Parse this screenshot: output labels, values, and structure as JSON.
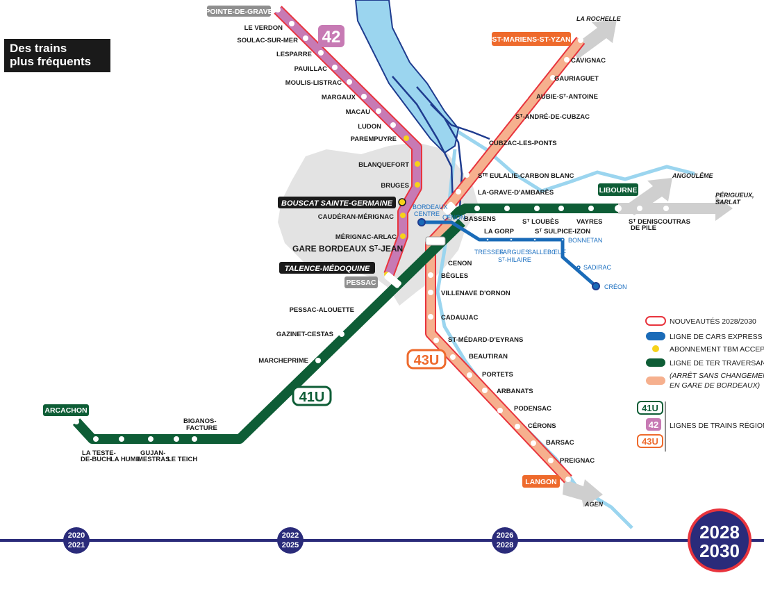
{
  "title": {
    "line1": "Des trains",
    "line2": "plus fréquents"
  },
  "line_badges": {
    "l42": "42",
    "l41u": "41U",
    "l43u": "43U"
  },
  "terminus_labels": {
    "pointe_de_grave": "POINTE-DE-GRAVE",
    "st_mariens": "ST-MARIENS-ST-YZAN",
    "libourne": "LIBOURNE",
    "arcachon": "ARCACHON",
    "langon": "LANGON",
    "pessac": "PESSAC"
  },
  "destinations": {
    "la_rochelle": "LA ROCHELLE",
    "angouleme": "ANGOULÊME",
    "perigueux_1": "PÉRIGUEUX,",
    "perigueux_2": "SARLAT",
    "agen": "AGEN"
  },
  "stations_42": {
    "le_verdon": "LE VERDON",
    "soulac": "SOULAC-SUR-MER",
    "lesparre": "LESPARRE",
    "pauillac": "PAUILLAC",
    "moulis": "MOULIS-LISTRAC",
    "margaux": "MARGAUX",
    "macau": "MACAU",
    "ludon": "LUDON",
    "parempuyre": "PAREMPUYRE",
    "blanquefort": "BLANQUEFORT",
    "bruges": "BRUGES",
    "caudéran": "CAUDÉRAN-MÉRIGNAC",
    "merignac_arlac": "MÉRIGNAC-ARLAC"
  },
  "stations_north_east": {
    "cavignac": "CAVIGNAC",
    "gauriaguet": "GAURIAGUET",
    "aubie": "AUBIE-Sᵀ-ANTOINE",
    "st_andre": "Sᵀ-ANDRÉ-DE-CUBZAC",
    "cubzac": "CUBZAC-LES-PONTS",
    "ste_eulalie": "Sᵀᴱ EULALIE-CARBON BLANC",
    "la_grave": "LA-GRAVE-D'AMBARÈS"
  },
  "stations_east": {
    "bassens": "BASSENS",
    "la_gorp": "LA GORP",
    "st_loubes": "Sᵀ LOUBÈS",
    "st_sulpice": "Sᵀ SULPICE-IZON",
    "vayres": "VAYRES",
    "st_denis_1": "Sᵀ DENIS",
    "st_denis_2": "DE PILE",
    "coutras": "COUTRAS",
    "cenon_1": "CENON",
    "cenon_2": "CENON"
  },
  "stations_41u": {
    "pessac_alouette": "PESSAC-ALOUETTE",
    "gazinet": "GAZINET-CESTAS",
    "marcheprime": "MARCHEPRIME",
    "biganos_1": "BIGANOS-",
    "biganos_2": "FACTURE",
    "la_teste_1": "LA TESTE-",
    "la_teste_2": "DE-BUCH",
    "la_hume": "LA HUME",
    "gujan_1": "GUJAN-",
    "gujan_2": "MESTRAS",
    "le_teich": "LE TEICH"
  },
  "stations_43u": {
    "begles": "BÈGLES",
    "villenave": "VILLENAVE D'ORNON",
    "cadaujac": "CADAUJAC",
    "st_medard": "ST-MÉDARD-D'EYRANS",
    "beautiran": "BEAUTIRAN",
    "portets": "PORTETS",
    "arbanats": "ARBANATS",
    "podensac": "PODENSAC",
    "cerons": "CÉRONS",
    "barsac": "BARSAC",
    "preignac": "PREIGNAC"
  },
  "highlighted_stations": {
    "bouscat": "BOUSCAT SAINTE-GERMAINE",
    "talence": "TALENCE-MÉDOQUINE",
    "gare_st_jean": "GARE BORDEAUX Sᵀ-JEAN"
  },
  "express_bus": {
    "bordeaux_1": "BORDEAUX",
    "bordeaux_2": "CENTRE",
    "tresses": "TRESSES",
    "fargues_1": "FARGUES",
    "fargues_2": "Sᵀ-HILAIRE",
    "sallebœuf": "SALLEBŒUF",
    "bonnetan": "BONNETAN",
    "sadirac": "SADIRAC",
    "creon": "CRÉON"
  },
  "legend": {
    "new": "NOUVEAUTÉS 2028/2030",
    "cars": "LIGNE DE CARS EXPRESS",
    "tbm": "ABONNEMENT TBM ACCEPTÉ",
    "ter_1": "LIGNE DE TER TRAVERSANTE",
    "ter_2": "(ARRÊT SANS CHANGEMENT",
    "ter_3": "EN GARE DE BORDEAUX)",
    "regional": "LIGNES DE TRAINS RÉGIONAUX",
    "b41": "41U",
    "b42": "42",
    "b43": "43U"
  },
  "timeline": {
    "p1_a": "2020",
    "p1_b": "2021",
    "p2_a": "2022",
    "p2_b": "2025",
    "p3_a": "2026",
    "p3_b": "2028",
    "p4_a": "2028",
    "p4_b": "2030"
  },
  "colors": {
    "green": "#0e5d36",
    "pink": "#c77ab4",
    "orange_light": "#f6b08e",
    "orange_dark": "#ee6a2c",
    "red_outline": "#e8343d",
    "blue_bus": "#1a6bb8",
    "river": "#9bd5ef",
    "land": "#e3e3e3",
    "timeline": "#2a2b7a",
    "yellow": "#f6d21a"
  }
}
